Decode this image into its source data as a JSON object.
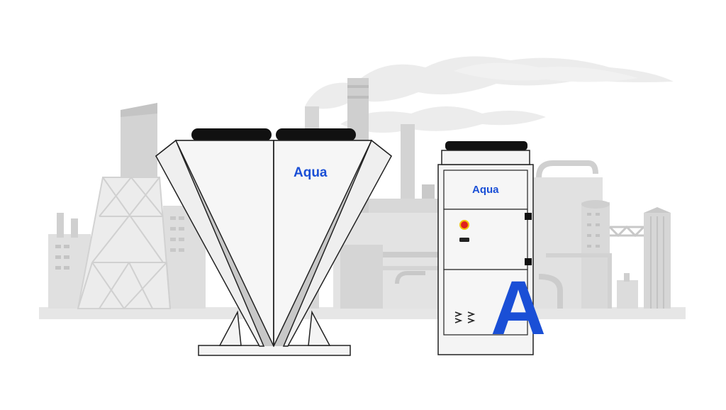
{
  "brand": {
    "name": "Aqua",
    "logo_letter": "A",
    "accent_color": "#1a4fd6"
  },
  "palette": {
    "background": "#ffffff",
    "industry_light": "#e6e6e6",
    "industry_mid": "#d3d3d3",
    "industry_dark": "#bdbdbd",
    "smoke": "#ececec",
    "unit_body": "#f4f4f4",
    "unit_outline": "#222222",
    "fan_color": "#111111",
    "indicator_red": "#e0201c",
    "indicator_yellow": "#f2c200"
  },
  "scene": {
    "left_unit": {
      "label": "Aqua",
      "type": "v-shaped dry cooler"
    },
    "right_unit": {
      "label": "Aqua",
      "logo": "A",
      "type": "cabinet chiller"
    }
  }
}
